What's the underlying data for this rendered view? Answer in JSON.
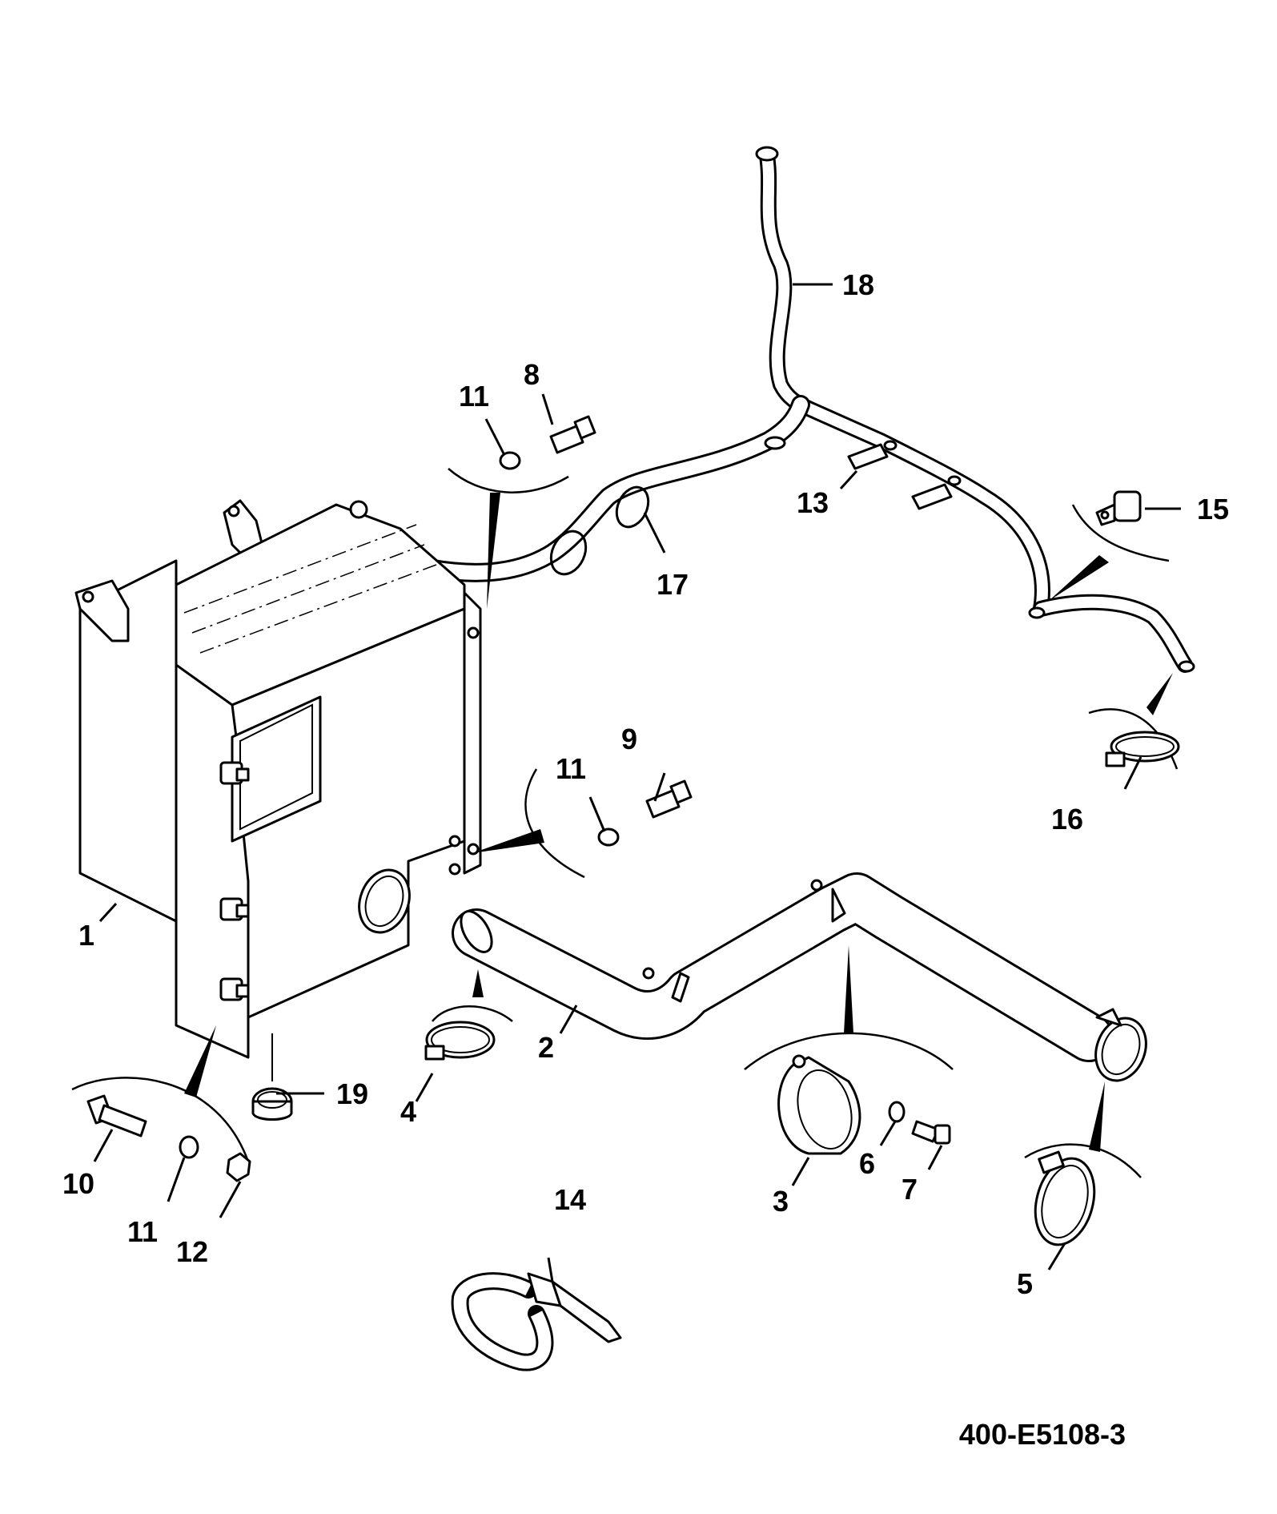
{
  "drawing": {
    "reference_code": "400-E5108-3"
  },
  "callouts": [
    {
      "id": "c1",
      "number": "1"
    },
    {
      "id": "c2",
      "number": "2"
    },
    {
      "id": "c3",
      "number": "3"
    },
    {
      "id": "c4",
      "number": "4"
    },
    {
      "id": "c5",
      "number": "5"
    },
    {
      "id": "c6",
      "number": "6"
    },
    {
      "id": "c7",
      "number": "7"
    },
    {
      "id": "c8",
      "number": "8"
    },
    {
      "id": "c9",
      "number": "9"
    },
    {
      "id": "c10",
      "number": "10"
    },
    {
      "id": "c11a",
      "number": "11"
    },
    {
      "id": "c11b",
      "number": "11"
    },
    {
      "id": "c11c",
      "number": "11"
    },
    {
      "id": "c12",
      "number": "12"
    },
    {
      "id": "c13",
      "number": "13"
    },
    {
      "id": "c14",
      "number": "14"
    },
    {
      "id": "c15",
      "number": "15"
    },
    {
      "id": "c16",
      "number": "16"
    },
    {
      "id": "c17",
      "number": "17"
    },
    {
      "id": "c18",
      "number": "18"
    },
    {
      "id": "c19",
      "number": "19"
    }
  ]
}
